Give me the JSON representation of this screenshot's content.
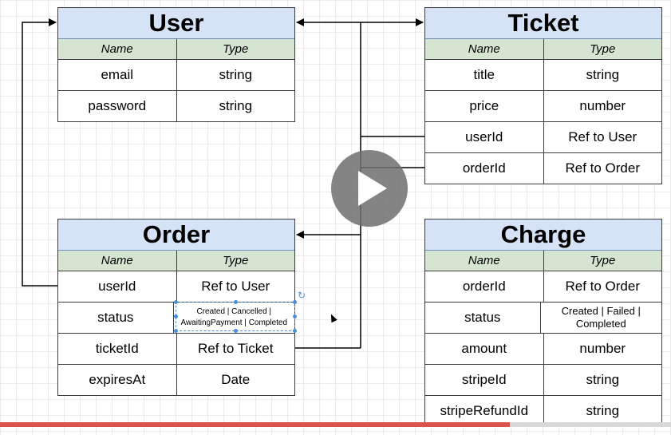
{
  "columns": {
    "name": "Name",
    "type": "Type"
  },
  "entities": {
    "user": {
      "title": "User",
      "rows": [
        {
          "name": "email",
          "type": "string"
        },
        {
          "name": "password",
          "type": "string"
        }
      ]
    },
    "ticket": {
      "title": "Ticket",
      "rows": [
        {
          "name": "title",
          "type": "string"
        },
        {
          "name": "price",
          "type": "number"
        },
        {
          "name": "userId",
          "type": "Ref to User"
        },
        {
          "name": "orderId",
          "type": "Ref to Order"
        }
      ]
    },
    "order": {
      "title": "Order",
      "rows": [
        {
          "name": "userId",
          "type": "Ref to User"
        },
        {
          "name": "status",
          "type": "Created | Cancelled | AwaitingPayment | Completed"
        },
        {
          "name": "ticketId",
          "type": "Ref to Ticket"
        },
        {
          "name": "expiresAt",
          "type": "Date"
        }
      ]
    },
    "charge": {
      "title": "Charge",
      "rows": [
        {
          "name": "orderId",
          "type": "Ref to Order"
        },
        {
          "name": "status",
          "type": "Created | Failed | Completed"
        },
        {
          "name": "amount",
          "type": "number"
        },
        {
          "name": "stripeId",
          "type": "string"
        },
        {
          "name": "stripeRefundId",
          "type": "string"
        }
      ]
    }
  },
  "player": {
    "progress_percent": 76
  },
  "colors": {
    "title_fill": "#d6e3f6",
    "header_fill": "#d6e5d2",
    "progress": "#d9534f",
    "selection": "#4a90d9"
  },
  "icons": {
    "play": "play-icon",
    "rotate": "rotate-icon",
    "cursor": "cursor-icon"
  }
}
